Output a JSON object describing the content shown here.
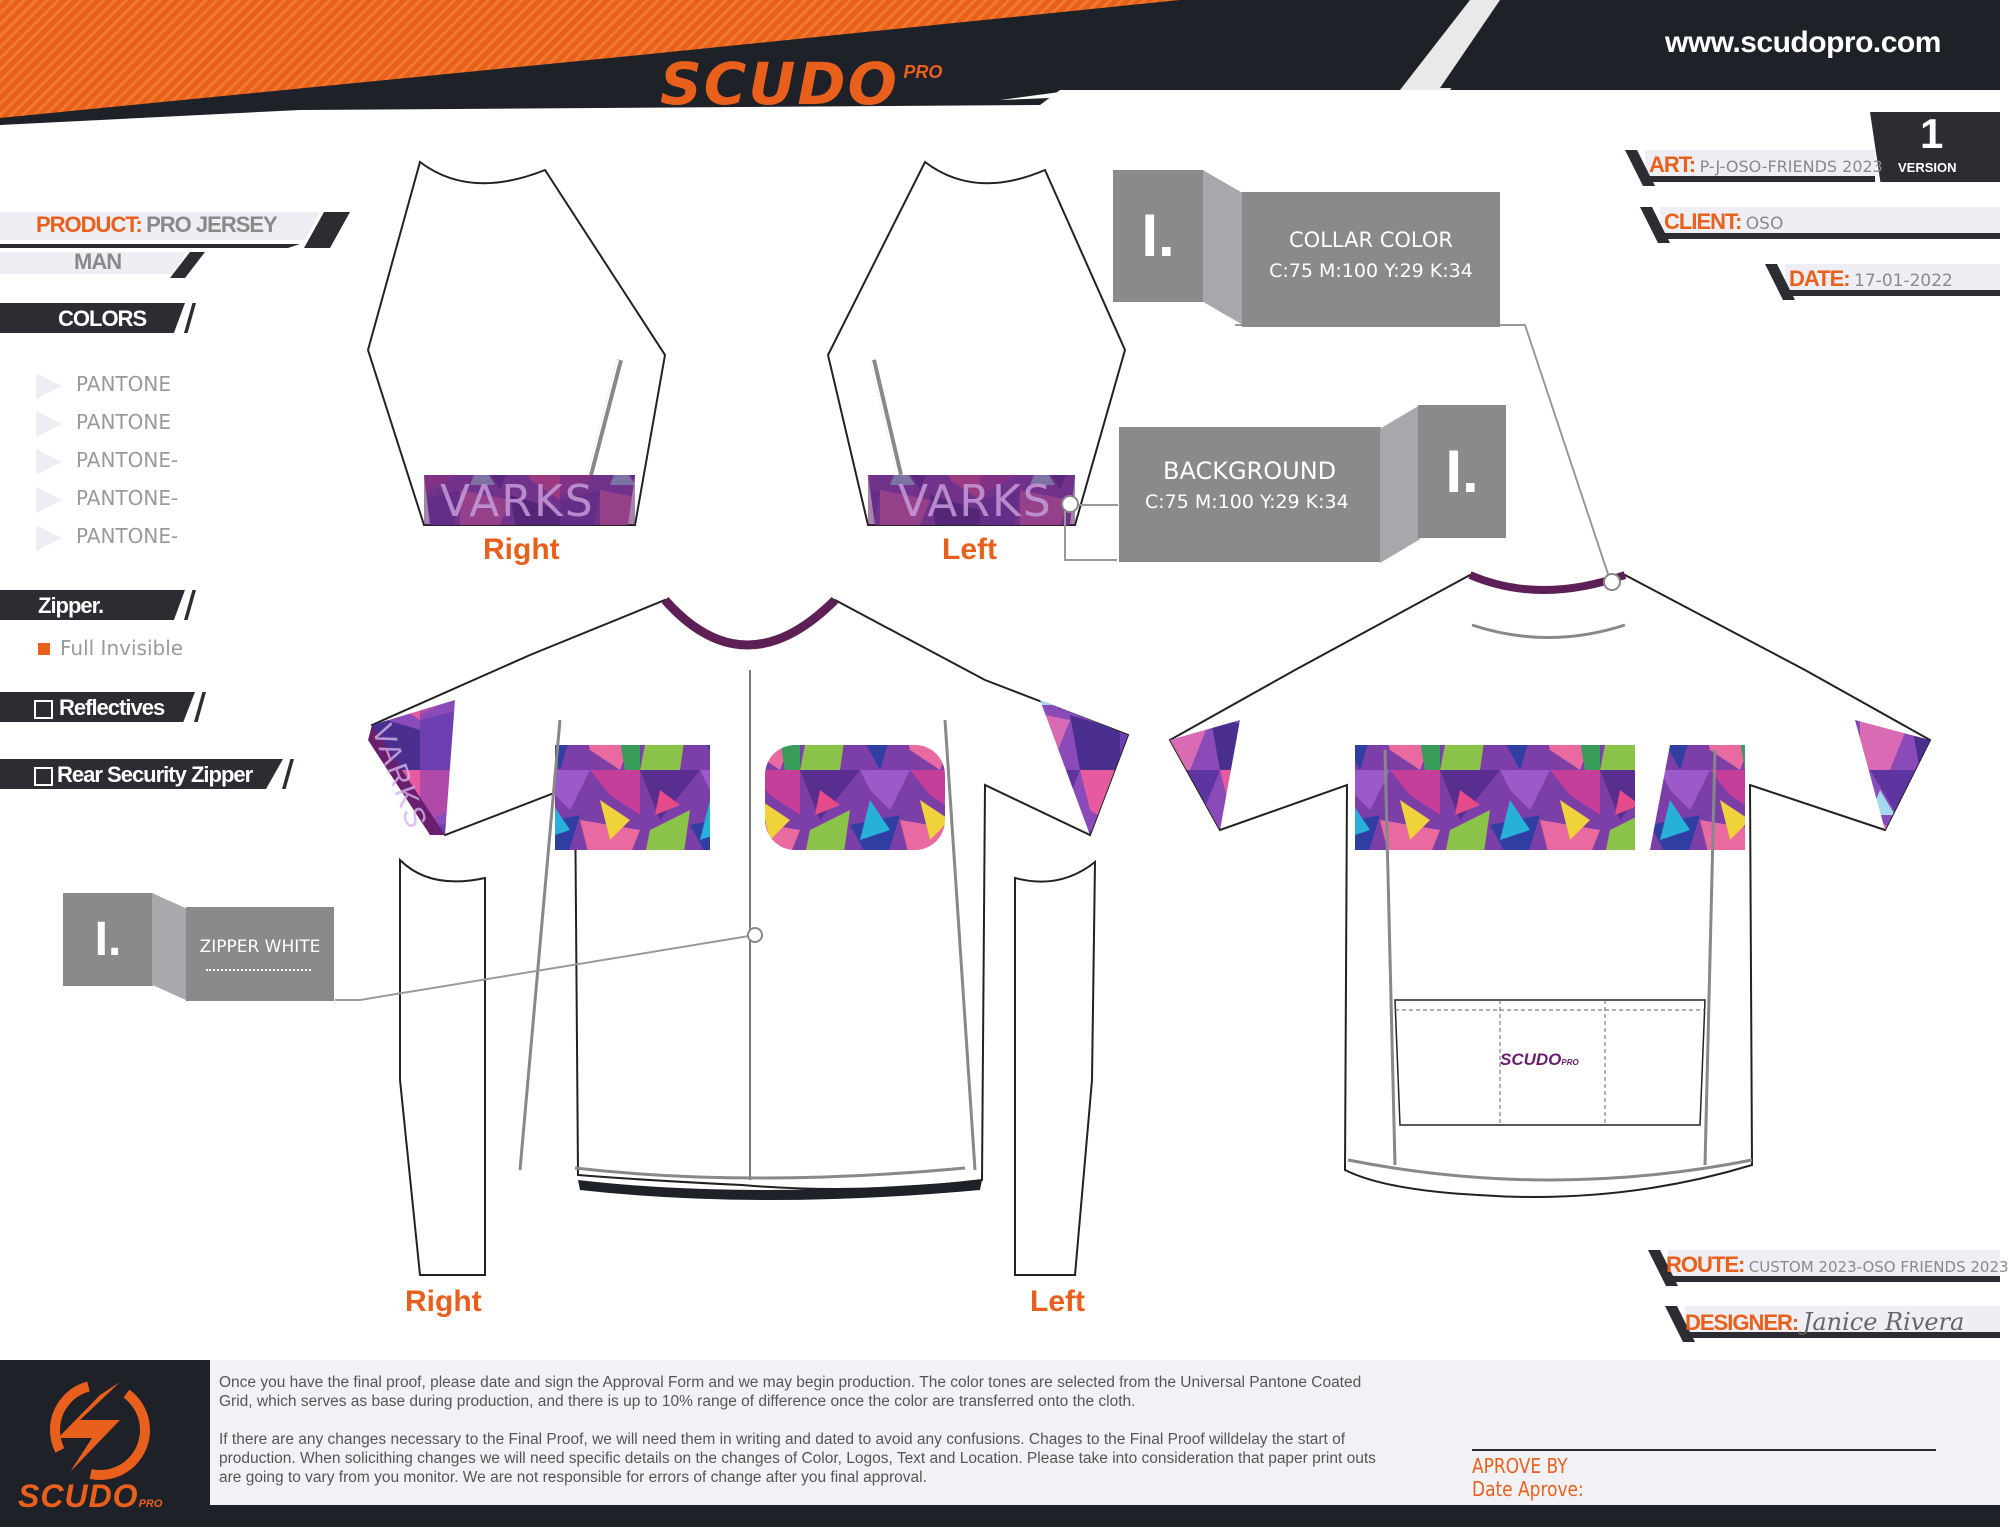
{
  "header": {
    "brand": "SCUDO",
    "brand_sub": "PRO",
    "website": "www.scudopro.com"
  },
  "version": {
    "number": "1",
    "label": "VERSION"
  },
  "art": {
    "label": "ART:",
    "value": "P-J-OSO-FRIENDS 2023"
  },
  "client": {
    "label": "CLIENT:",
    "value": "OSO"
  },
  "date": {
    "label": "DATE:",
    "value": "17-01-2022"
  },
  "product": {
    "label": "PRODUCT:",
    "value": "PRO JERSEY",
    "sub": "MAN"
  },
  "colors": {
    "title": "COLORS",
    "items": [
      "PANTONE",
      "PANTONE",
      "PANTONE-",
      "PANTONE-",
      "PANTONE-"
    ]
  },
  "zipper": {
    "title": "Zipper.",
    "option": "Full Invisible"
  },
  "reflectives": {
    "label": "Reflectives"
  },
  "rear_zipper": {
    "label": "Rear Security Zipper"
  },
  "callouts": {
    "collar": {
      "num": "I.",
      "title": "COLLAR COLOR",
      "value": "C:75 M:100 Y:29 K:34"
    },
    "background": {
      "num": "I.",
      "title": "BACKGROUND",
      "value": "C:75 M:100 Y:29 K:34"
    },
    "zipper": {
      "num": "I.",
      "title": "ZIPPER WHITE"
    }
  },
  "sleeves": {
    "print": "VARKS",
    "right": "Right",
    "left": "Left"
  },
  "long_sleeves": {
    "right": "Right",
    "left": "Left"
  },
  "back_logo": {
    "brand": "SCUDO",
    "sub": "PRO"
  },
  "route": {
    "label": "ROUTE:",
    "value": "CUSTOM 2023-OSO FRIENDS 2023"
  },
  "designer": {
    "label": "DESIGNER:",
    "value": "Janice Rivera"
  },
  "footer": {
    "paragraph1": "Once you have the final proof, please date and sign the Approval Form and we may begin production. The color tones are selected from the Universal Pantone Coated Grid, which serves as base during production, and there is up to 10% range of difference once the color are transferred onto the cloth.",
    "paragraph2": "If there are any changes necessary to the Final Proof, we will need them in writing and dated to avoid any confusions. Chages to the Final Proof willdelay the start of production. When solicithing changes we will need specific details on the changes of Color, Logos, Text and Location.  Please take into consideration that paper print outs are going to vary from you monitor. We are not responsible for errors of change after you final approval.",
    "approve_by": "APROVE  BY",
    "date_approve": "Date  Aprove:",
    "logo_brand": "SCUDO",
    "logo_sub": "PRO"
  },
  "palette": {
    "orange": "#e8601c",
    "dark": "#1f2128",
    "purple": "#6a1e6e",
    "grey": "#8a8a8a"
  }
}
